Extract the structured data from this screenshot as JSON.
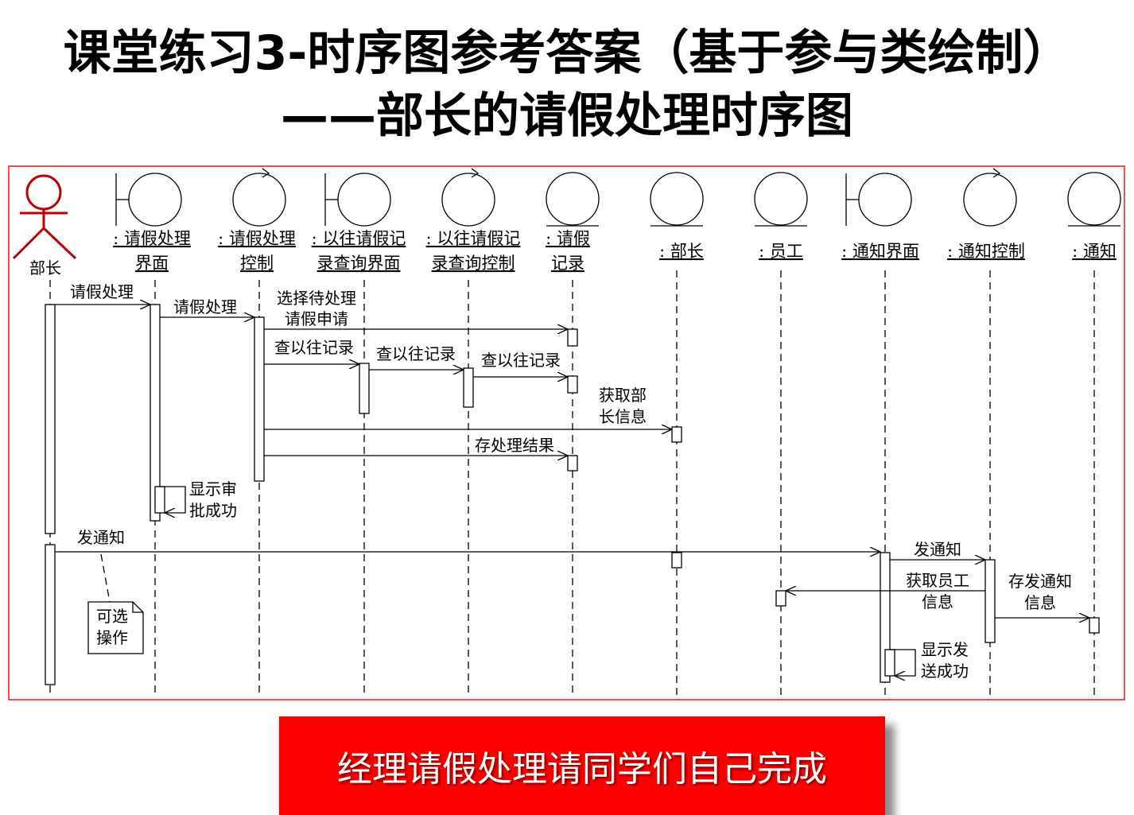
{
  "title_line1": "课堂练习3-时序图参考答案（基于参与类绘制）",
  "title_line2": "——部长的请假处理时序图",
  "banner_text": "经理请假处理请同学们自己完成",
  "colors": {
    "frame": "#e31a1a",
    "actor": "#c00000",
    "banner": "#ff0000"
  },
  "lifelines": [
    {
      "id": "actor",
      "type": "actor",
      "lines": [
        "部长"
      ]
    },
    {
      "id": "leave-ui",
      "type": "boundary",
      "lines": [
        ": 请假处理",
        "界面"
      ]
    },
    {
      "id": "leave-ctrl",
      "type": "control",
      "lines": [
        ": 请假处理",
        "控制"
      ]
    },
    {
      "id": "history-ui",
      "type": "boundary",
      "lines": [
        ": 以往请假记",
        "录查询界面"
      ]
    },
    {
      "id": "history-ctrl",
      "type": "control",
      "lines": [
        ": 以往请假记",
        "录查询控制"
      ]
    },
    {
      "id": "leave-record",
      "type": "entity",
      "lines": [
        ": 请假",
        "记录"
      ]
    },
    {
      "id": "minister",
      "type": "entity",
      "lines": [
        ": 部长"
      ]
    },
    {
      "id": "employee",
      "type": "entity",
      "lines": [
        ": 员工"
      ]
    },
    {
      "id": "notice-ui",
      "type": "boundary",
      "lines": [
        ": 通知界面"
      ]
    },
    {
      "id": "notice-ctrl",
      "type": "control",
      "lines": [
        ": 通知控制"
      ]
    },
    {
      "id": "notice",
      "type": "entity",
      "lines": [
        ": 通知"
      ]
    }
  ],
  "messages": [
    {
      "lines": [
        "请假处理"
      ]
    },
    {
      "lines": [
        "请假处理"
      ]
    },
    {
      "lines": [
        "选择待处理",
        "请假申请"
      ]
    },
    {
      "lines": [
        "查以往记录"
      ]
    },
    {
      "lines": [
        "查以往记录"
      ]
    },
    {
      "lines": [
        "查以往记录"
      ]
    },
    {
      "lines": [
        "获取部",
        "长信息"
      ]
    },
    {
      "lines": [
        "存处理结果"
      ]
    },
    {
      "lines": [
        "显示审",
        "批成功"
      ]
    },
    {
      "lines": [
        "发通知"
      ]
    },
    {
      "lines": [
        "发通知"
      ]
    },
    {
      "lines": [
        "获取员工",
        "信息"
      ]
    },
    {
      "lines": [
        "存发通知",
        "信息"
      ]
    },
    {
      "lines": [
        "显示发",
        "送成功"
      ]
    }
  ],
  "note": {
    "lines": [
      "可选",
      "操作"
    ]
  }
}
